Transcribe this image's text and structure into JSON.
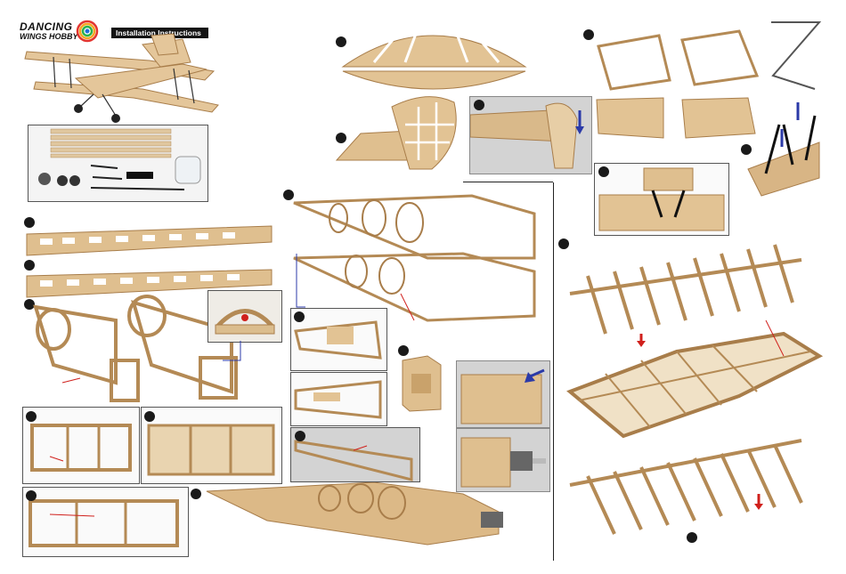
{
  "header": {
    "brand_line1": "DANCING",
    "brand_line2": "WINGS HOBBY",
    "title_badge": "Installation Instructions"
  },
  "icons": [
    "logo-swirl-icon",
    "step-bullet-icon",
    "red-arrow-icon",
    "blue-arrow-icon"
  ],
  "colors": {
    "wood": "#d9b98a",
    "wood_dark": "#a87d4a",
    "panel_gray": "#d3d3d3",
    "arrow_red": "#d0201c",
    "arrow_blue": "#2b3aa8"
  }
}
